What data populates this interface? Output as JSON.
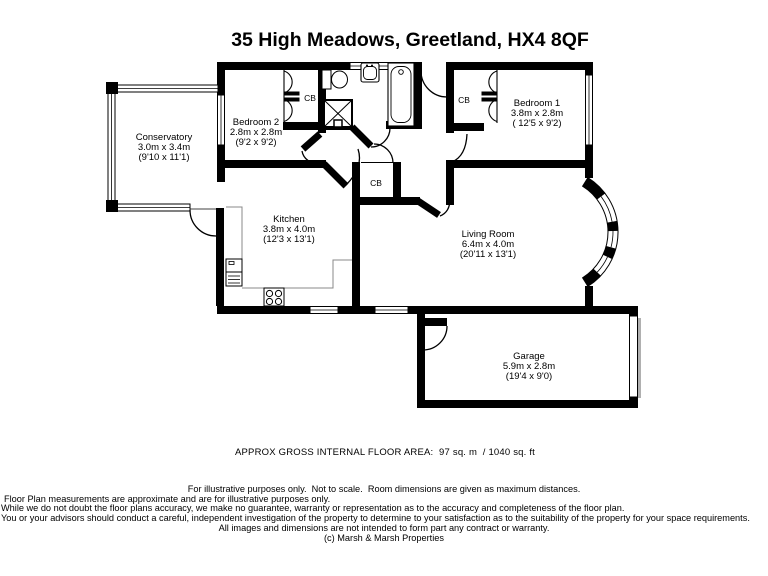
{
  "title": "35 High Meadows, Greetland, HX4 8QF",
  "rooms": {
    "conservatory": {
      "name": "Conservatory",
      "metric": "3.0m x 3.4m",
      "imperial": "(9'10 x 11'1)"
    },
    "bedroom2": {
      "name": "Bedroom 2",
      "metric": "2.8m x 2.8m",
      "imperial": "(9'2 x 9'2)"
    },
    "bedroom1": {
      "name": "Bedroom 1",
      "metric": "3.8m x 2.8m",
      "imperial": "( 12'5 x 9'2)"
    },
    "kitchen": {
      "name": "Kitchen",
      "metric": "3.8m x 4.0m",
      "imperial": "(12'3 x 13'1)"
    },
    "living_room": {
      "name": "Living Room",
      "metric": "6.4m x 4.0m",
      "imperial": "(20'11 x 13'1)"
    },
    "garage": {
      "name": "Garage",
      "metric": "5.9m x 2.8m",
      "imperial": "(19'4 x 9'0)"
    }
  },
  "cupboard_label": "CB",
  "floor_area": "APPROX GROSS INTERNAL FLOOR AREA:  97 sq. m  / 1040 sq. ft",
  "disclaimer": [
    "For illustrative purposes only.  Not to scale.  Room dimensions are given as maximum distances.",
    "Floor Plan measurements are approximate and are for illustrative purposes only.",
    "While we do not doubt the floor plans accuracy, we make no guarantee, warranty or representation as to the accuracy and completeness of the floor plan.",
    "You or your advisors should conduct a careful, independent investigation of the property to determine to your satisfaction as to the suitability of the property for your space requirements.",
    "All images and dimensions are not intended to form part any contract or warranty.",
    "(c) Marsh & Marsh Properties"
  ]
}
